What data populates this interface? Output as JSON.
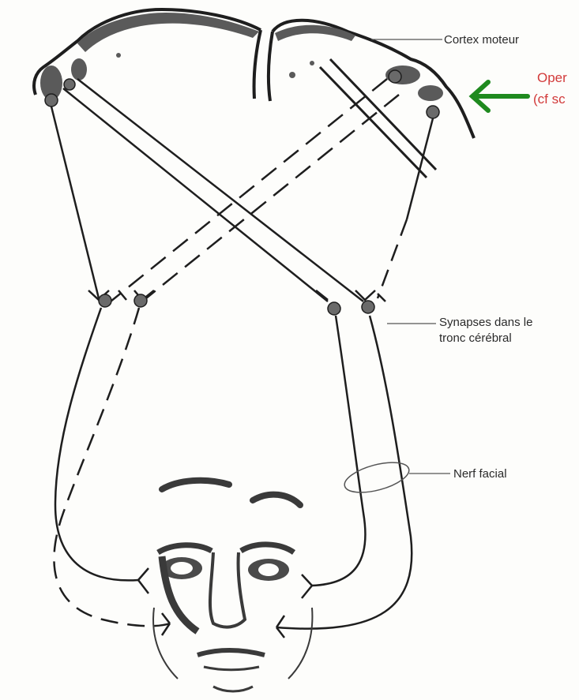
{
  "labels": {
    "cortex_moteur": "Cortex moteur",
    "synapses_line1": "Synapses dans le",
    "synapses_line2": "tronc cérébral",
    "nerf_facial": "Nerf facial",
    "oper_line1": "Oper",
    "oper_line2": "(cf sc"
  },
  "colors": {
    "ink": "#1e1e1e",
    "cortex_fill": "#5a5a5a",
    "arrow": "#1f8a1f",
    "annotation": "#d23a3a",
    "background": "#fdfdfb"
  },
  "icons": {
    "arrow": "left-arrow-icon"
  }
}
